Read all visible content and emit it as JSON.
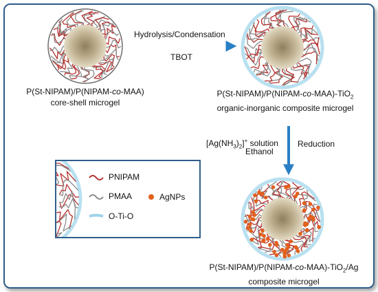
{
  "steps": {
    "step1": {
      "above": "Hydrolysis/Condensation",
      "below": "TBOT"
    },
    "step2": {
      "left_line1_pre": "[Ag(NH",
      "left_line1_sub": "3",
      "left_line1_mid": ")",
      "left_line1_sub2": "2",
      "left_line1_post": "]",
      "left_line1_sup": "+",
      "left_line1_tail": " solution",
      "left_line2": "Ethanol",
      "right": "Reduction"
    }
  },
  "captions": {
    "core_shell": {
      "line1_pre": "P(St-NIPAM)/P(NIPAM-",
      "line1_it": "co",
      "line1_post": "-MAA)",
      "line2": "core-shell microgel"
    },
    "composite": {
      "line1_pre": "P(St-NIPAM)/P(NIPAM-",
      "line1_it": "co",
      "line1_post": "-MAA)-TiO",
      "line1_sub": "2",
      "line2": "organic-inorganic composite microgel"
    },
    "ag_composite": {
      "line1_pre": "P(St-NIPAM)/P(NIPAM-",
      "line1_it": "co",
      "line1_post": "-MAA)-TiO",
      "line1_sub": "2",
      "line1_tail": "/Ag",
      "line2": "composite microgel"
    }
  },
  "legend": {
    "items": [
      {
        "label": "PNIPAM",
        "color": "#b5322f"
      },
      {
        "label": "PMAA",
        "color": "#8a8a8a"
      },
      {
        "label": "O-Ti-O",
        "color": "#9fd3ea"
      },
      {
        "label": "AgNPs",
        "color": "#e2611c"
      }
    ]
  },
  "colors": {
    "frame": "#2f5d8a",
    "arrow": "#2a7fc4",
    "core": "#c2b494",
    "shell_ring": "#b8e0f0"
  }
}
